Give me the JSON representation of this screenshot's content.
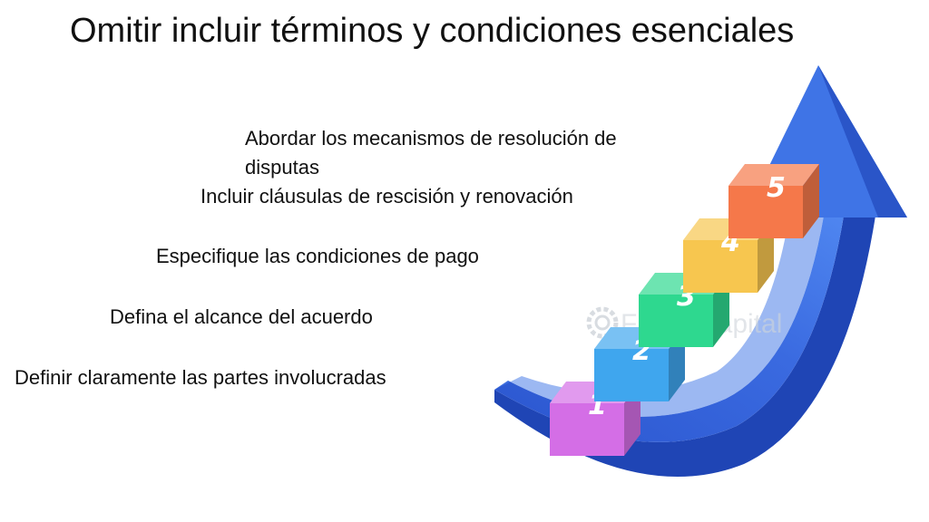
{
  "title": "Omitir incluir términos y condiciones esenciales",
  "steps": [
    {
      "number": "1",
      "label": "Definir claramente las partes involucradas",
      "color": "#d46ee6"
    },
    {
      "number": "2",
      "label": "Defina el alcance del acuerdo",
      "color": "#3fa6ee"
    },
    {
      "number": "3",
      "label": "Especifique las condiciones de pago",
      "color": "#2ed88f"
    },
    {
      "number": "4",
      "label": "Incluir cláusulas de rescisión y renovación",
      "color": "#f7c64f"
    },
    {
      "number": "5",
      "label": "Abordar los mecanismos de resolución de disputas",
      "color": "#f5784a"
    }
  ],
  "arrow_color": "#3565dd",
  "watermark": {
    "text": "FasterCapital",
    "icon": "gear-logo-icon"
  }
}
